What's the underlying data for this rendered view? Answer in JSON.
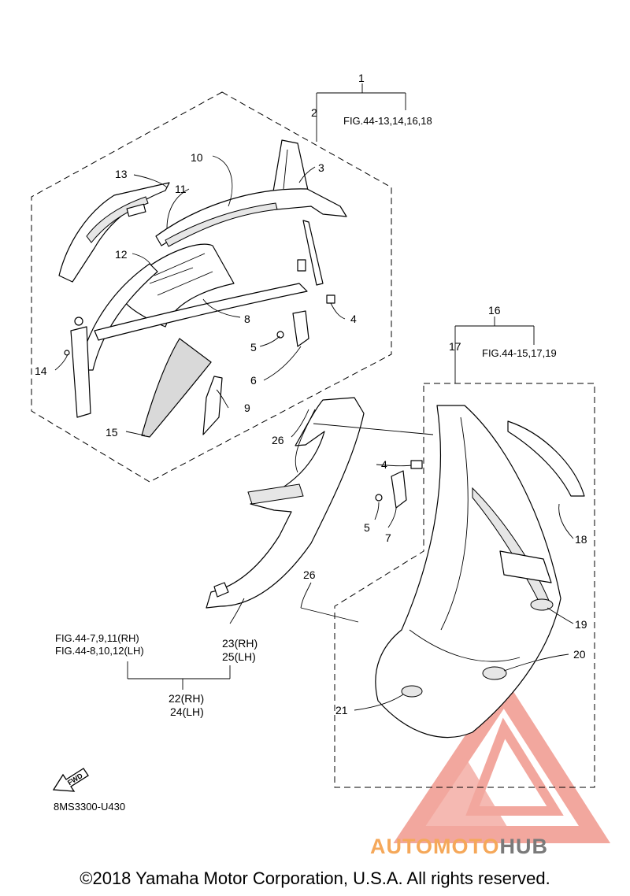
{
  "callouts": {
    "c1": "1",
    "c2": "2",
    "c3": "3",
    "c4a": "4",
    "c4b": "4",
    "c5a": "5",
    "c5b": "5",
    "c6": "6",
    "c7": "7",
    "c8": "8",
    "c9": "9",
    "c10": "10",
    "c11": "11",
    "c12": "12",
    "c13": "13",
    "c14": "14",
    "c15": "15",
    "c16": "16",
    "c17": "17",
    "c18": "18",
    "c19": "19",
    "c20": "20",
    "c21": "21",
    "c26a": "26",
    "c26b": "26"
  },
  "references": {
    "fig_top": "FIG.44-13,14,16,18",
    "fig_mid": "FIG.44-15,17,19",
    "fig_rh": "FIG.44-7,9,11(RH)",
    "fig_lh": "FIG.44-8,10,12(LH)",
    "c23": "23(RH)",
    "c25": "25(LH)",
    "c22": "22(RH)",
    "c24": "24(LH)"
  },
  "fwd_label": "FWD",
  "diagram_code": "8MS3300-U430",
  "watermark": {
    "brand_part1": "AUTOMOTO",
    "brand_part2": "HUB",
    "color_orange": "#f5a85a",
    "color_grey": "#7a7a7a",
    "color_red": "#e8604f"
  },
  "copyright": "©2018 Yamaha Motor Corporation, U.S.A. All rights reserved."
}
